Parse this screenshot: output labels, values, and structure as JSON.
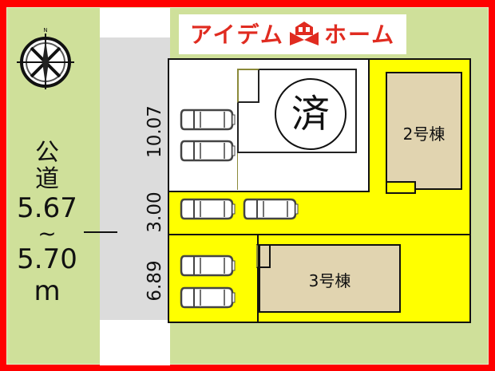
{
  "logo": {
    "text_left": "アイデム",
    "text_right": "ホーム",
    "color": "#e02b20"
  },
  "compass": {
    "icon": "compass-rose-icon",
    "north_label": "N"
  },
  "road": {
    "label_kanji_1": "公",
    "label_kanji_2": "道",
    "width_min": "5.67",
    "tilde": "~",
    "width_max": "5.70",
    "unit": "m"
  },
  "dimensions": {
    "lot1_depth": "10.07",
    "driveway_width": "3.00",
    "lot3_depth": "6.89"
  },
  "lots": [
    {
      "id": "1",
      "status_mark": "済",
      "status": "sold",
      "parking_spaces": 2
    },
    {
      "id": "2",
      "label": "2号棟",
      "parking_spaces": 2
    },
    {
      "id": "3",
      "label": "3号棟",
      "parking_spaces": 2
    }
  ],
  "colors": {
    "frame": "#ff0000",
    "background": "#cfe09a",
    "road": "#dcdcdc",
    "lot_available": "#ffff00",
    "building": "#e1d4b0",
    "lot_sold": "#ffffff"
  }
}
